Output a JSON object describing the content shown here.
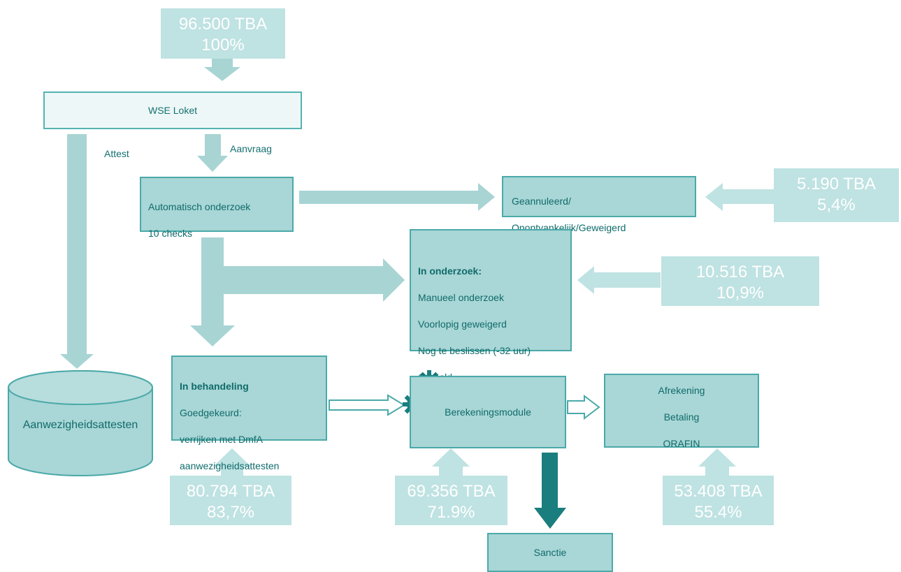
{
  "top": {
    "value": "96.500 TBA",
    "pct": "100%"
  },
  "loket": {
    "label": "WSE Loket"
  },
  "arrows": {
    "attest": "Attest",
    "aanvraag": "Aanvraag"
  },
  "auto": {
    "line1": "Automatisch onderzoek",
    "line2": "10 checks"
  },
  "geannuleerd": {
    "line1": "Geannuleerd/",
    "line2": "Onontvankelijk/Geweigerd"
  },
  "onderzoek": {
    "title": "In onderzoek:",
    "line1": "Manueel onderzoek",
    "line2": "Voorlopig geweigerd",
    "line3": "Nog te beslissen (-32 uur)",
    "line4": "On hold"
  },
  "behandeling": {
    "title": "In behandeling",
    "line1": "Goedgekeurd:",
    "line2": "verrijken met DmfA",
    "line3": "aanwezigheidsattesten"
  },
  "database": {
    "label": "Aanwezigheidsattesten"
  },
  "berekening": {
    "label": "Berekeningsmodule"
  },
  "afrekening": {
    "line1": "Afrekening",
    "line2": "Betaling",
    "line3": "ORAFIN"
  },
  "sanctie": {
    "label": "Sanctie"
  },
  "stats": {
    "geannuleerd": {
      "value": "5.190 TBA",
      "pct": "5,4%"
    },
    "onderzoek": {
      "value": "10.516 TBA",
      "pct": "10,9%"
    },
    "behandeling": {
      "value": "80.794 TBA",
      "pct": "83,7%"
    },
    "berekening": {
      "value": "69.356 TBA",
      "pct": "71.9%"
    },
    "afrekening": {
      "value": "53.408 TBA",
      "pct": "55.4%"
    }
  },
  "colors": {
    "teal": "#1a7e7e",
    "box": "#a9d6d6",
    "arrow": "#a8d4d4",
    "stat": "#bfe2e2",
    "white": "#ffffff"
  }
}
